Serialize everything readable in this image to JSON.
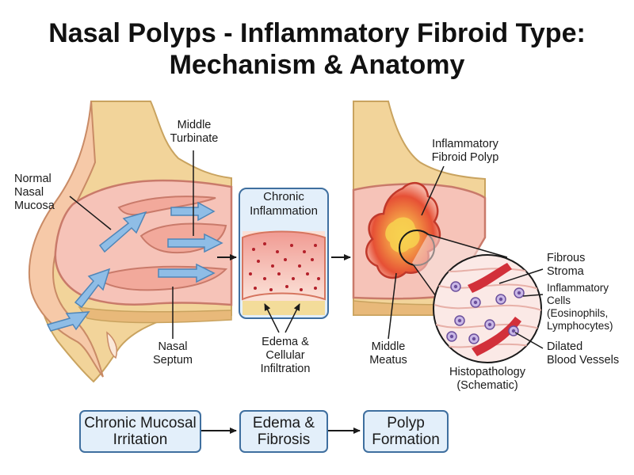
{
  "title": {
    "line1": "Nasal Polyps - Inflammatory Fibroid Type:",
    "line2": "Mechanism & Anatomy"
  },
  "labels": {
    "normal_mucosa": [
      "Normal",
      "Nasal",
      "Mucosa"
    ],
    "middle_turbinate": [
      "Middle",
      "Turbinate"
    ],
    "nasal_septum": [
      "Nasal",
      "Septum"
    ],
    "chronic_inflammation": [
      "Chronic",
      "Inflammation"
    ],
    "edema_infiltration": [
      "Edema &",
      "Cellular",
      "Infiltration"
    ],
    "inflammatory_polyp": [
      "Inflammatory",
      "Fibroid Polyp"
    ],
    "middle_meatus": [
      "Middle",
      "Meatus"
    ],
    "fibrous_stroma": [
      "Fibrous",
      "Stroma"
    ],
    "inflammatory_cells": [
      "Inflammatory",
      "Cells",
      "(Eosinophils,",
      "Lymphocytes)"
    ],
    "dilated_vessels": [
      "Dilated",
      "Blood Vessels"
    ],
    "histopathology": [
      "Histopathology",
      "(Schematic)"
    ]
  },
  "flow": [
    {
      "lines": [
        "Chronic Mucosal",
        "Irritation"
      ]
    },
    {
      "lines": [
        "Edema &",
        "Fibrosis"
      ]
    },
    {
      "lines": [
        "Polyp",
        "Formation"
      ]
    }
  ],
  "colors": {
    "bone": "#f2d49a",
    "bone_outline": "#c9a35f",
    "mucosa": "#f6c3b8",
    "mucosa_outline": "#c97a6a",
    "airflow_arrow": "#8fbde6",
    "box_fill": "#e3effa",
    "box_border": "#3f6f9f",
    "polyp_red": "#e65035",
    "polyp_yellow": "#f7d250"
  },
  "icons": {
    "airflow": "arrow-icon",
    "step_arrow": "right-arrow-icon",
    "magnifier": "zoom-circle-icon"
  }
}
